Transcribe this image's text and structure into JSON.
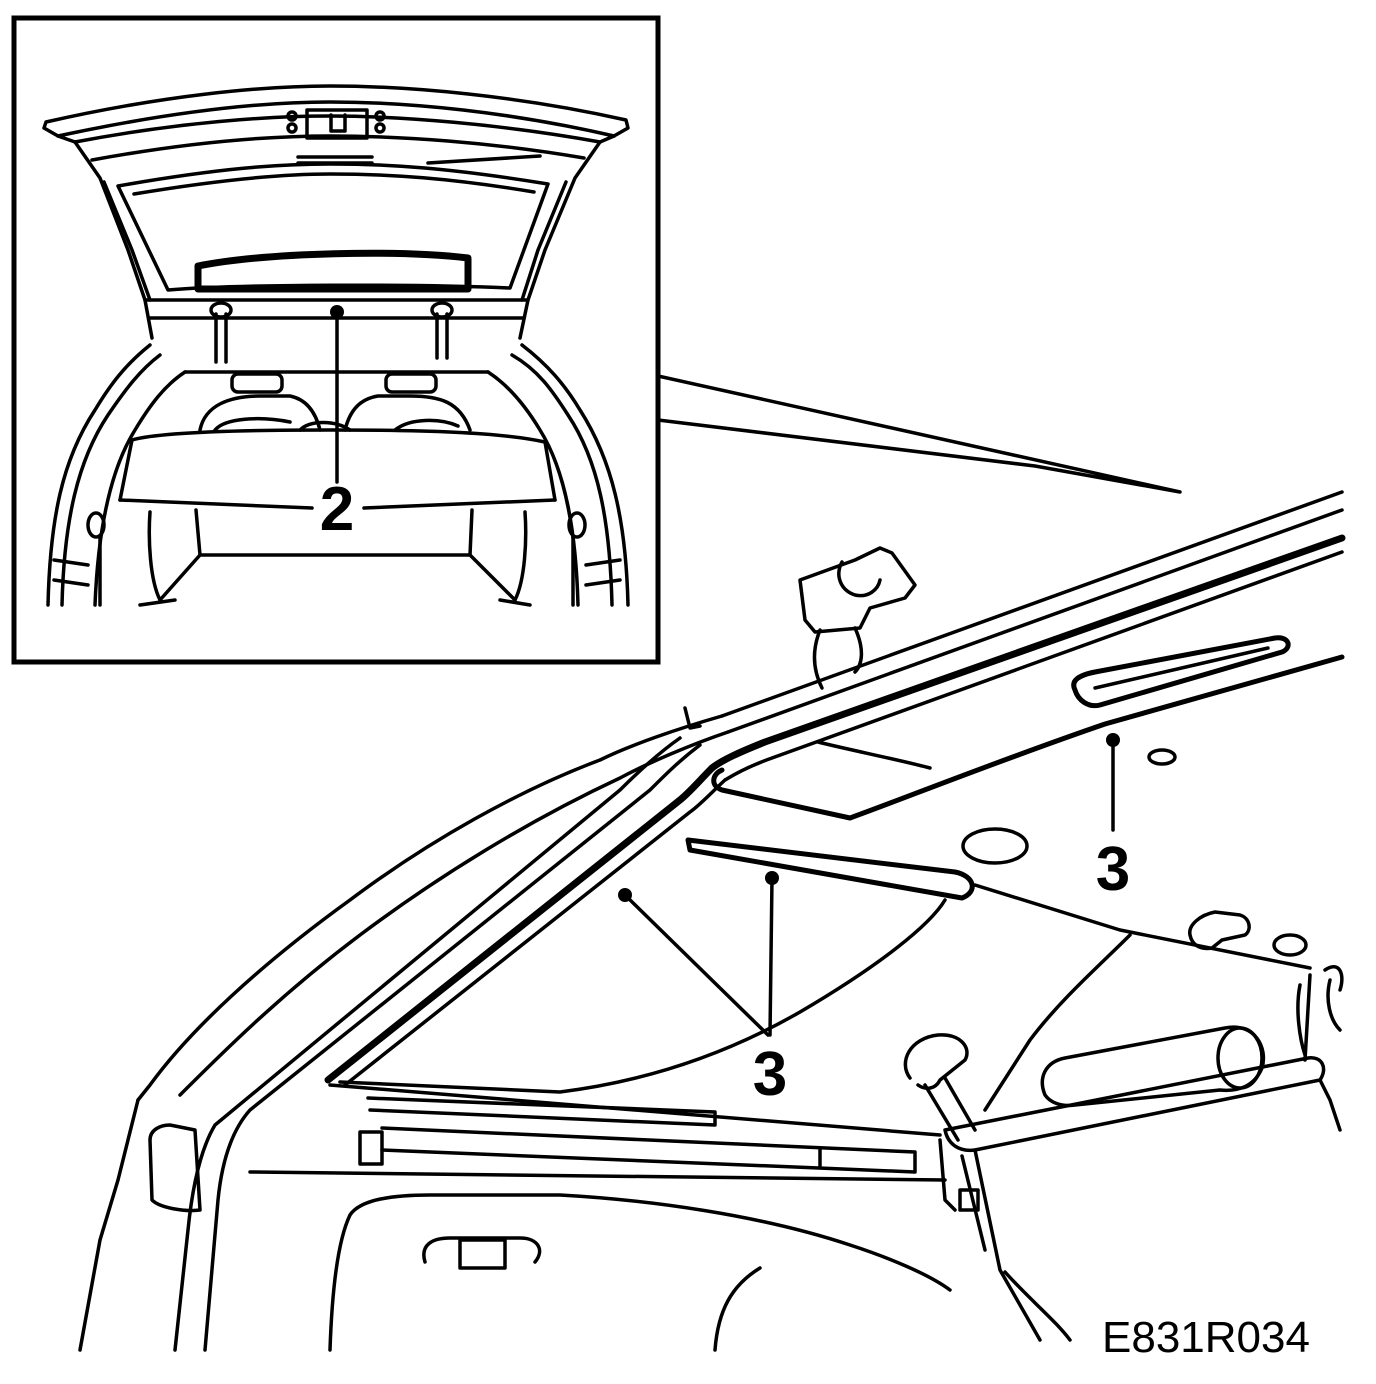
{
  "figure": {
    "inset_callout": "2",
    "callouts": [
      "3",
      "3",
      "3"
    ],
    "code": "E831R034"
  }
}
